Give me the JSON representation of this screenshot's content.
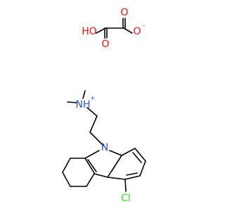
{
  "colors": {
    "oxygen": "#ff0d0d",
    "nitrogen": "#3050f8",
    "chlorine": "#1ff01f",
    "carbon": "#000000"
  },
  "oxalate": {
    "hydroxyl_label": "HO",
    "carbonyl_o_left": "O",
    "carbonyl_o_right": "O",
    "anion_o": "O",
    "anion_charge": "-"
  },
  "amine": {
    "label": "NH",
    "charge": "+"
  },
  "carbazole": {
    "n_label": "N",
    "cl_label": "Cl"
  }
}
